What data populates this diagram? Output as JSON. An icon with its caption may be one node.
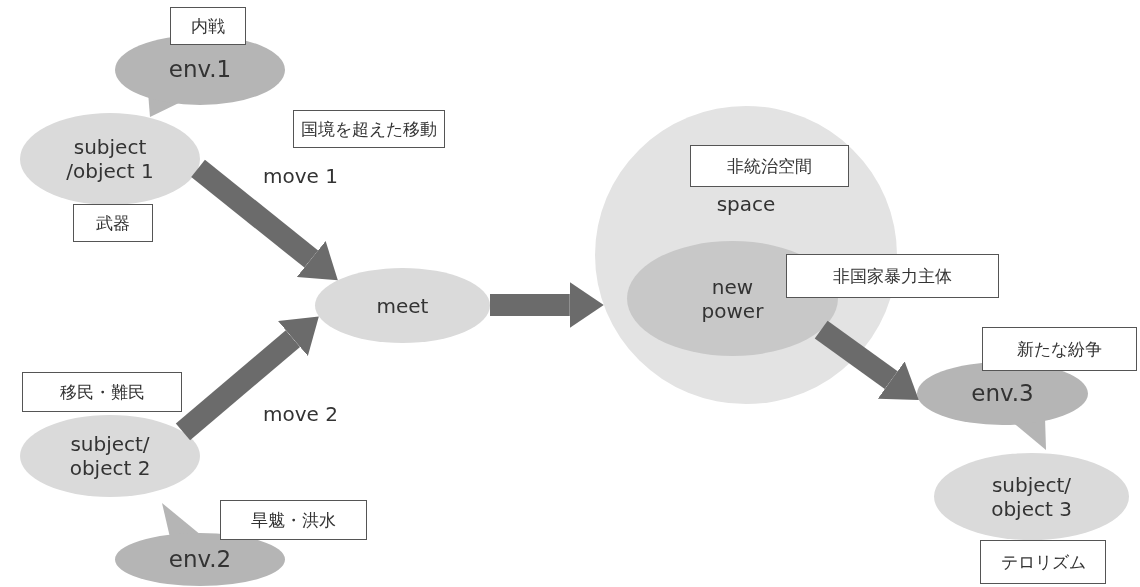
{
  "diagram": {
    "nodes": [
      {
        "text": [
          "内戦"
        ]
      },
      {
        "text": [
          "env.1"
        ]
      },
      {
        "text": [
          "subject /object 1"
        ]
      },
      {
        "text": [
          "武器"
        ]
      },
      {
        "text": [
          "国境を超えた移動"
        ]
      },
      {
        "text": [
          "meet"
        ]
      },
      {
        "text": [
          "移民・難民"
        ]
      },
      {
        "text": [
          "subject/ object 2"
        ]
      },
      {
        "text": [
          "旱魃・洪水"
        ]
      },
      {
        "text": [
          "env.2"
        ]
      },
      {
        "text": [
          "space"
        ]
      },
      {
        "text": [
          "非統治空間"
        ],
        "in": 10
      },
      {
        "text": [
          "new power"
        ],
        "in": 10
      },
      {
        "text": [
          "非国家暴力主体"
        ]
      },
      {
        "text": [
          "新たな紛争"
        ]
      },
      {
        "text": [
          "env.3"
        ]
      },
      {
        "text": [
          "subject/ object 3"
        ]
      },
      {
        "text": [
          "テロリズム"
        ]
      }
    ],
    "edges": [
      {
        "from": 2,
        "to": 5,
        "arrow": "to",
        "label": "move 1"
      },
      {
        "from": 7,
        "to": 5,
        "arrow": "to",
        "label": "move 2"
      },
      {
        "from": 5,
        "to": 10,
        "arrow": "to"
      },
      {
        "from": 12,
        "to": 15,
        "arrow": "to"
      }
    ]
  }
}
